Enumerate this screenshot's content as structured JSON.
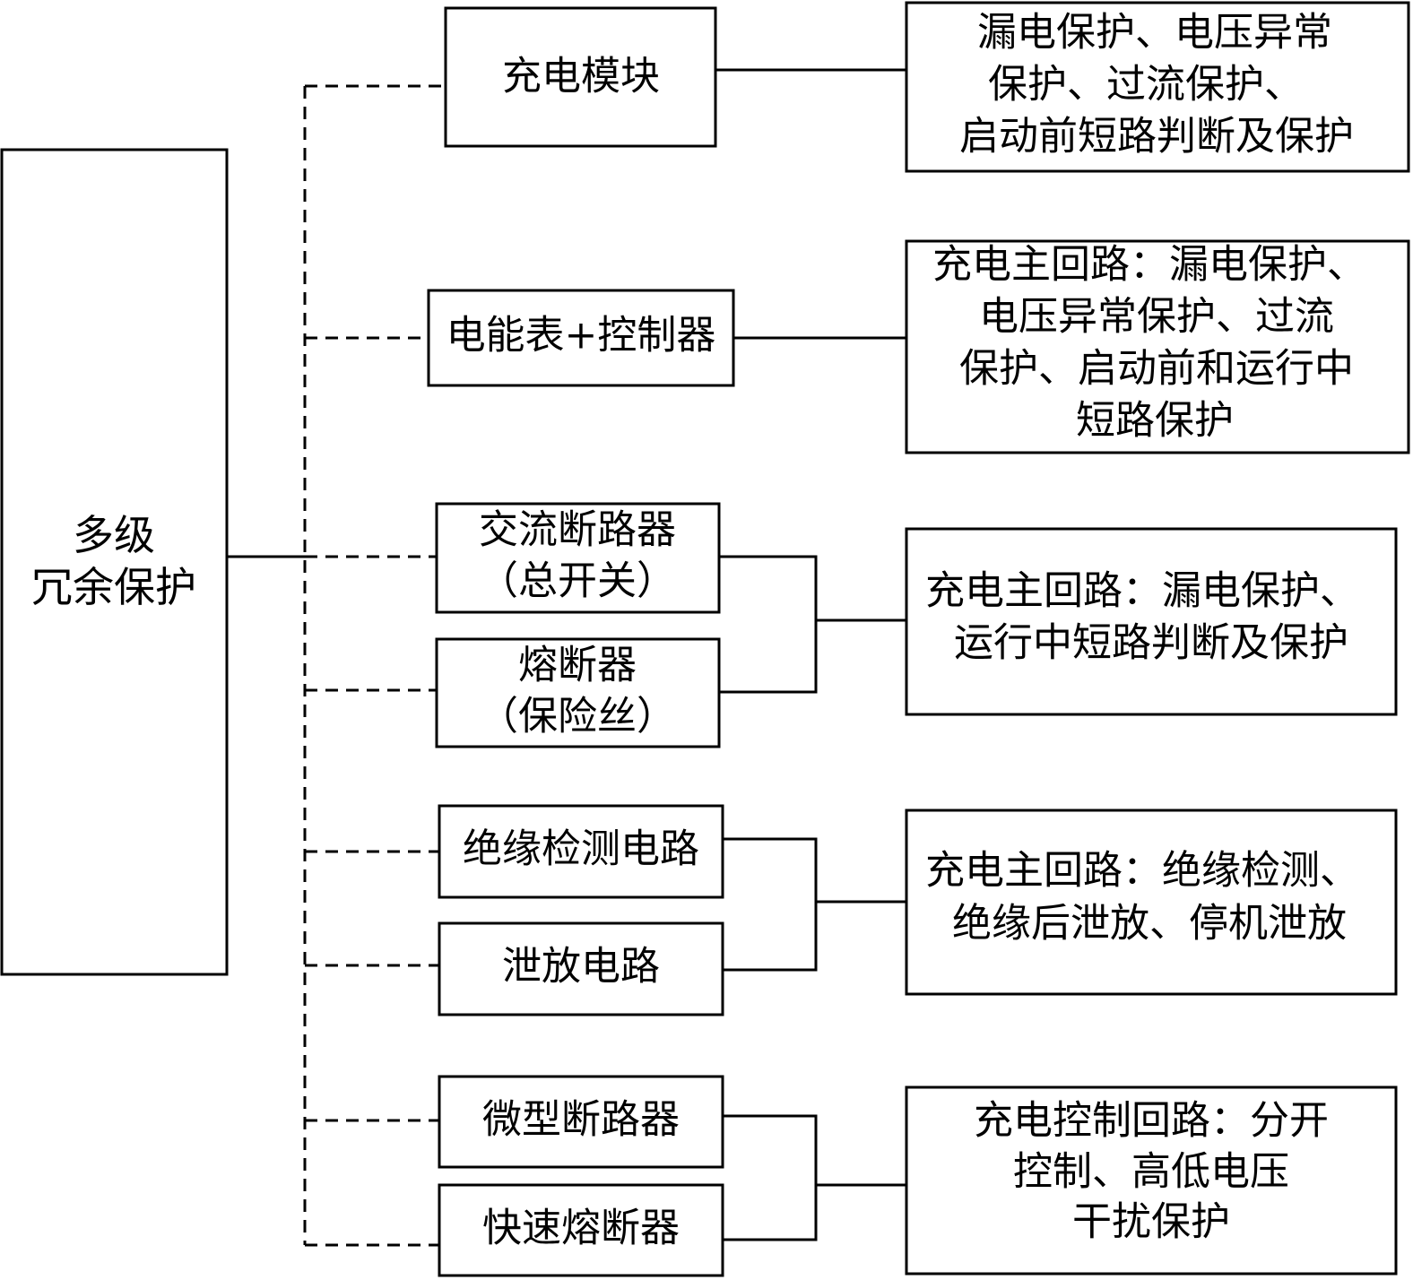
{
  "root": {
    "lines": [
      "多级",
      "冗余保护"
    ]
  },
  "components": {
    "charging_module": {
      "lines": [
        "充电模块"
      ]
    },
    "meter_controller": {
      "lines": [
        "电能表+控制器"
      ]
    },
    "ac_breaker": {
      "lines": [
        "交流断路器",
        "（总开关）"
      ]
    },
    "fuse": {
      "lines": [
        "熔断器",
        "（保险丝）"
      ]
    },
    "insulation_detection": {
      "lines": [
        "绝缘检测电路"
      ]
    },
    "discharge_circuit": {
      "lines": [
        "泄放电路"
      ]
    },
    "micro_breaker": {
      "lines": [
        "微型断路器"
      ]
    },
    "fast_fuse": {
      "lines": [
        "快速熔断器"
      ]
    }
  },
  "functions": {
    "f1": {
      "lines": [
        "漏电保护、电压异常",
        "保护、过流保护、",
        "启动前短路判断及保护"
      ]
    },
    "f2": {
      "lines": [
        "充电主回路：漏电保护、",
        "电压异常保护、过流",
        "保护、启动前和运行中",
        "短路保护"
      ]
    },
    "f3": {
      "lines": [
        "充电主回路：漏电保护、",
        "运行中短路判断及保护"
      ]
    },
    "f4": {
      "lines": [
        "充电主回路：绝缘检测、",
        "绝缘后泄放、停机泄放"
      ]
    },
    "f5": {
      "lines": [
        "充电控制回路：分开",
        "控制、高低电压",
        "干扰保护"
      ]
    }
  }
}
